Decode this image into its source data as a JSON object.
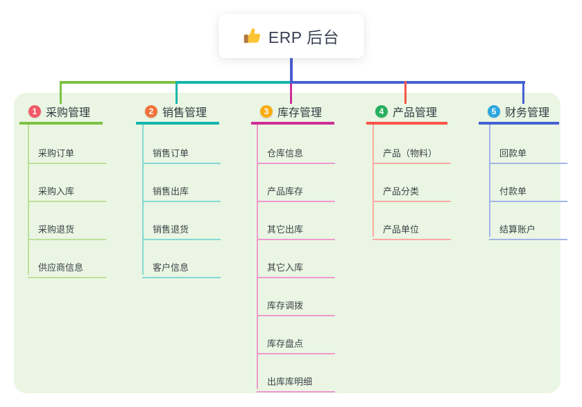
{
  "root_node": {
    "label": "ERP 后台",
    "icon": "thumbs-up-icon",
    "line_color": "#4a5ed2"
  },
  "canvas": {
    "background": "#eaf6e3"
  },
  "branches": [
    {
      "index": "1",
      "label": "采购管理",
      "badge_color": "#f25868",
      "line_color": "#7cc142",
      "child_line_color": "#bcdf9a",
      "children": [
        "采购订单",
        "采购入库",
        "采购退货",
        "供应商信息"
      ]
    },
    {
      "index": "2",
      "label": "销售管理",
      "badge_color": "#f1713b",
      "line_color": "#13b5ac",
      "child_line_color": "#84d9d3",
      "children": [
        "销售订单",
        "销售出库",
        "销售退货",
        "客户信息"
      ]
    },
    {
      "index": "3",
      "label": "库存管理",
      "badge_color": "#f9ad14",
      "line_color": "#ce2e95",
      "child_line_color": "#ef99cf",
      "children": [
        "仓库信息",
        "产品库存",
        "其它出库",
        "其它入库",
        "库存调拨",
        "库存盘点",
        "出库库明细"
      ]
    },
    {
      "index": "4",
      "label": "产品管理",
      "badge_color": "#27b05e",
      "line_color": "#f95449",
      "child_line_color": "#fba9a2",
      "children": [
        "产品（物料）",
        "产品分类",
        "产品单位"
      ]
    },
    {
      "index": "5",
      "label": "财务管理",
      "badge_color": "#2ca5e0",
      "line_color": "#4560d2",
      "child_line_color": "#a2b3ea",
      "children": [
        "回款单",
        "付款单",
        "结算账户"
      ]
    }
  ]
}
